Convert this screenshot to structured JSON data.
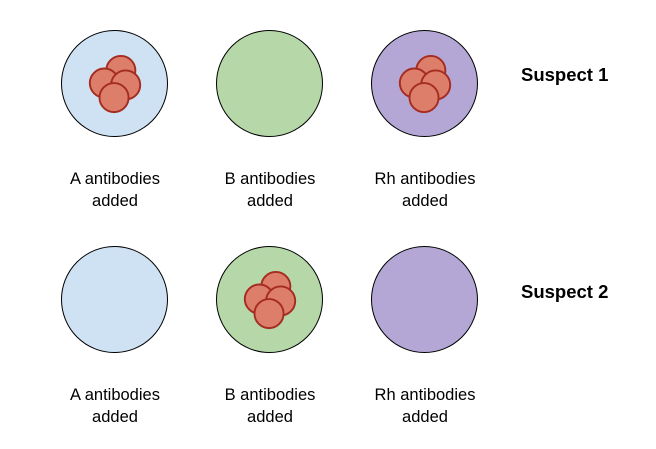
{
  "rows": [
    {
      "suspect": "Suspect 1",
      "wells": [
        {
          "label_line1": "A antibodies",
          "label_line2": "added",
          "well_color": "#cfe2f3",
          "agglutination": true
        },
        {
          "label_line1": "B antibodies",
          "label_line2": "added",
          "well_color": "#b6d7a8",
          "agglutination": false
        },
        {
          "label_line1": "Rh antibodies",
          "label_line2": "added",
          "well_color": "#b4a7d6",
          "agglutination": true
        }
      ]
    },
    {
      "suspect": "Suspect 2",
      "wells": [
        {
          "label_line1": "A antibodies",
          "label_line2": "added",
          "well_color": "#cfe2f3",
          "agglutination": false
        },
        {
          "label_line1": "B antibodies",
          "label_line2": "added",
          "well_color": "#b6d7a8",
          "agglutination": true
        },
        {
          "label_line1": "Rh antibodies",
          "label_line2": "added",
          "well_color": "#b4a7d6",
          "agglutination": false
        }
      ]
    }
  ],
  "colors": {
    "background": "#ffffff",
    "well_outline": "#000000",
    "cell_fill": "#dd7e6b",
    "cell_stroke": "#a52c21",
    "text": "#000000"
  }
}
